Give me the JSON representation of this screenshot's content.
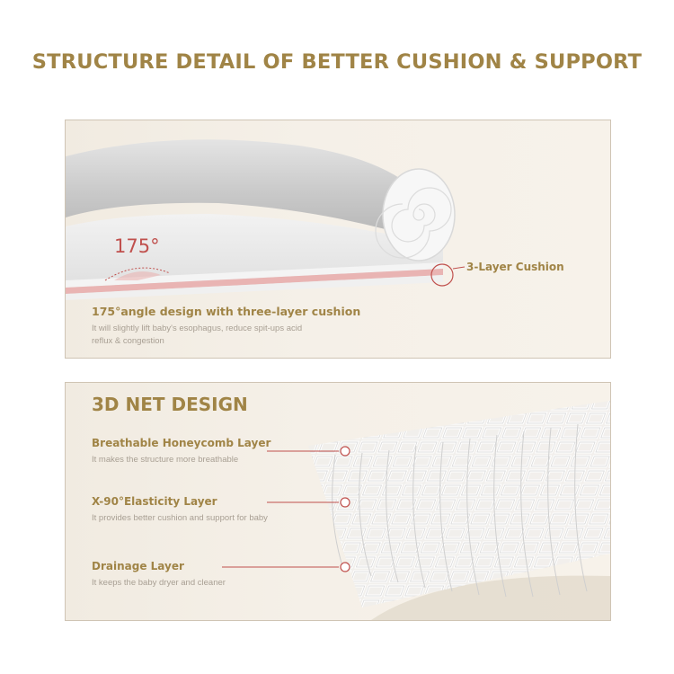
{
  "page_title": "STRUCTURE DETAIL OF BETTER CUSHION & SUPPORT",
  "cushion_panel": {
    "angle_label": "175°",
    "callout_label": "3-Layer Cushion",
    "heading": "175°angle design with three-layer cushion",
    "description": "It will slightly lift baby's esophagus, reduce spit-ups acid reflux & congestion"
  },
  "net_panel": {
    "title": "3D NET DESIGN",
    "layers": [
      {
        "name": "Breathable Honeycomb Layer",
        "description": "It makes the structure more breathable"
      },
      {
        "name": "X-90°Elasticity Layer",
        "description": "It provides better cushion and support for baby"
      },
      {
        "name": "Drainage Layer",
        "description": "It keeps the baby dryer and cleaner"
      }
    ]
  },
  "colors": {
    "title_gold": "#a08446",
    "accent_red": "#c0504d",
    "muted_text": "#a89f93",
    "panel_bg": "#f3ede4"
  }
}
